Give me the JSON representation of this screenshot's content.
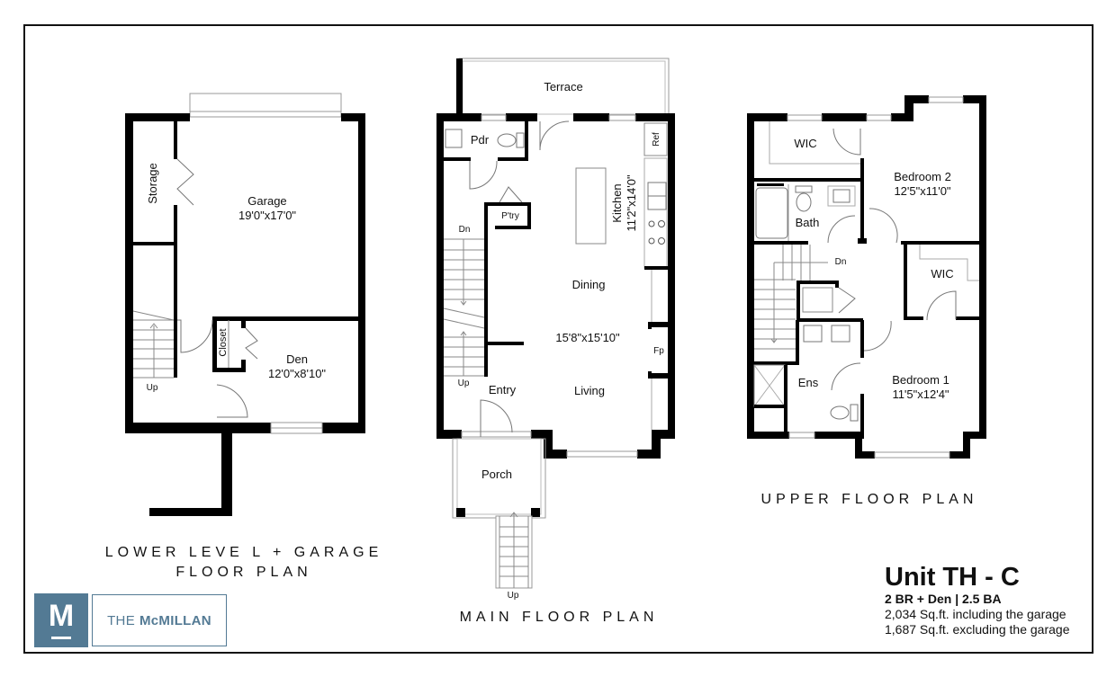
{
  "document": {
    "type": "floor-plan-sheet",
    "frame_color": "#111111"
  },
  "lower_level": {
    "title_line1": "LOWER LEVE L + GARAGE",
    "title_line2": "FLOOR PLAN",
    "rooms": {
      "storage": "Storage",
      "garage_name": "Garage",
      "garage_dims": "19'0\"x17'0\"",
      "closet": "Closet",
      "den_name": "Den",
      "den_dims": "12'0\"x8'10\"",
      "stair_label": "Up"
    }
  },
  "main_floor": {
    "title": "MAIN FLOOR PLAN",
    "rooms": {
      "terrace": "Terrace",
      "powder": "Pdr",
      "refrigerator": "Ref",
      "kitchen_name": "Kitchen",
      "kitchen_dims": "11'2\"x14'0\"",
      "pantry": "P'try",
      "stair_down": "Dn",
      "dining": "Dining",
      "dining_living_dims": "15'8\"x15'10\"",
      "fireplace": "Fp",
      "stair_up": "Up",
      "entry": "Entry",
      "living": "Living",
      "porch": "Porch",
      "porch_stair": "Up"
    }
  },
  "upper_floor": {
    "title": "UPPER FLOOR PLAN",
    "rooms": {
      "wic_1": "WIC",
      "bedroom2_name": "Bedroom 2",
      "bedroom2_dims": "12'5\"x11'0\"",
      "bath": "Bath",
      "stair_down": "Dn",
      "wic_2": "WIC",
      "ensuite": "Ens",
      "bedroom1_name": "Bedroom 1",
      "bedroom1_dims": "11'5\"x12'4\""
    }
  },
  "branding": {
    "logo_letter": "M",
    "name_prefix": "THE",
    "name_main": "McMILLAN",
    "brand_color": "#537a94"
  },
  "unit_info": {
    "title": "Unit TH - C",
    "summary": "2 BR + Den | 2.5 BA",
    "sqft_incl": "2,034 Sq.ft. including the garage",
    "sqft_excl": "1,687 Sq.ft. excluding the garage"
  }
}
